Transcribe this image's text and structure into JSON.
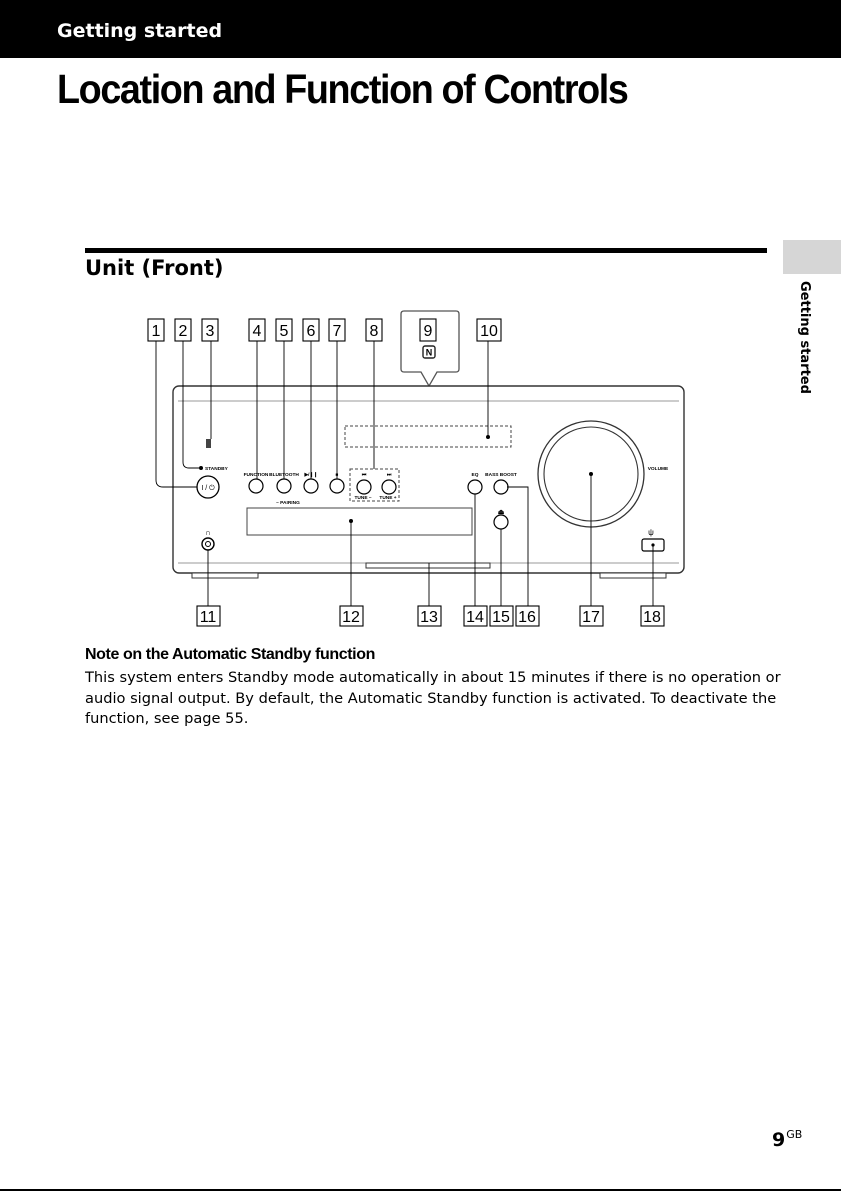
{
  "header": {
    "section": "Getting started"
  },
  "page_title": "Location and Function of Controls",
  "section_title": "Unit (Front)",
  "side_tab": {
    "label": "Getting started"
  },
  "diagram": {
    "callouts": [
      "1",
      "2",
      "3",
      "4",
      "5",
      "6",
      "7",
      "8",
      "9",
      "10",
      "11",
      "12",
      "13",
      "14",
      "15",
      "16",
      "17",
      "18"
    ],
    "labels": {
      "standby": "STANDBY",
      "function": "FUNCTION",
      "bluetooth": "BLUETOOTH",
      "pairing": "– PAIRING",
      "play_pause": "▶/❙❙",
      "stop": "■",
      "prev": "⏮",
      "next": "⏭",
      "tune_minus": "TUNE –",
      "tune_plus": "TUNE +",
      "eq": "EQ",
      "bass_boost": "BASS BOOST",
      "volume": "VOLUME",
      "power_symbol": "I / ⏻",
      "headphones": "∩",
      "eject": "⏏",
      "usb": "ψ",
      "nfc": "N"
    }
  },
  "note": {
    "heading": "Note on the Automatic Standby function",
    "body": "This system enters Standby mode automatically in about 15 minutes if there is no operation or audio signal output. By default, the Automatic Standby function is activated. To deactivate the function, see page 55."
  },
  "page_number": {
    "number": "9",
    "suffix": "GB"
  },
  "colors": {
    "header_bg": "#000000",
    "tab_bg": "#d6d6d6"
  }
}
